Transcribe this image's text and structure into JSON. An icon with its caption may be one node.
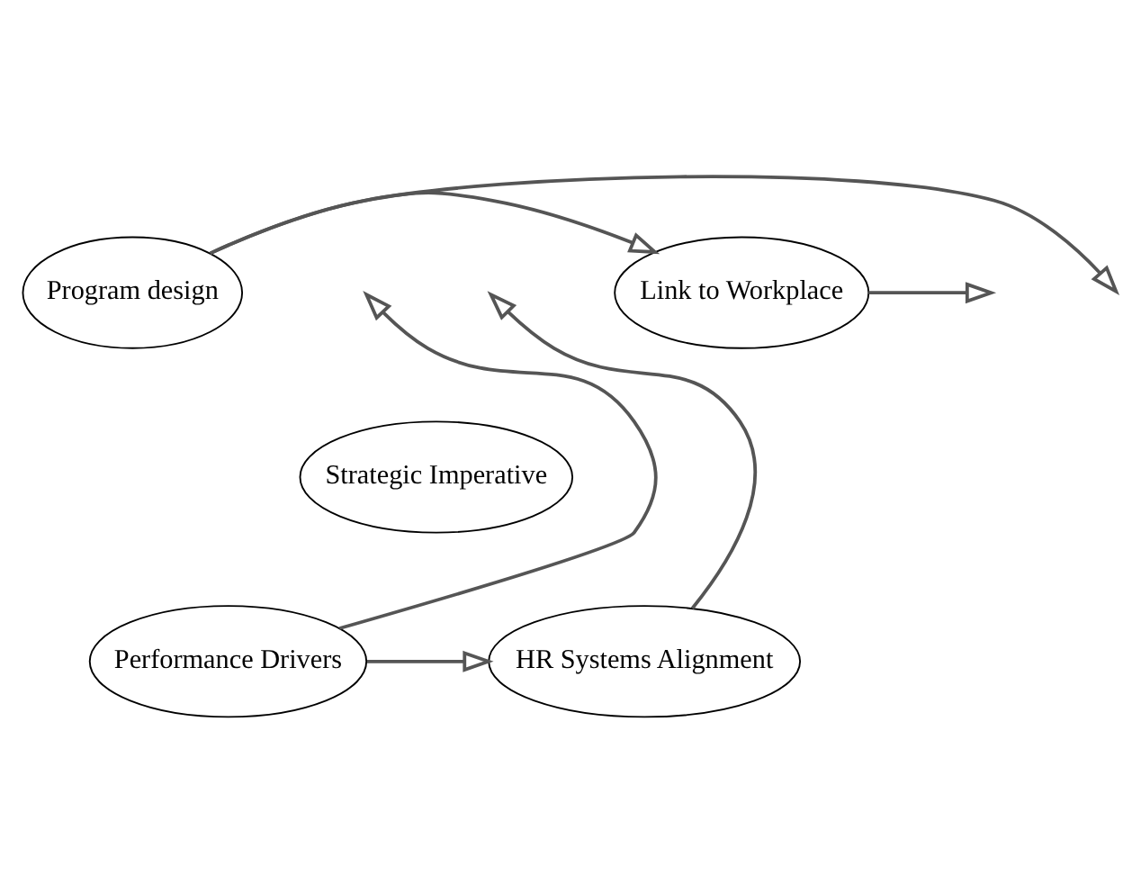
{
  "diagram": {
    "nodes": [
      {
        "text": [
          "Program design"
        ]
      },
      {
        "text": [
          "Link to Workplace"
        ]
      },
      {
        "text": [
          "Strategic Imperative"
        ]
      },
      {
        "text": [
          "Performance Drivers"
        ]
      },
      {
        "text": [
          "HR Systems Alignment"
        ]
      }
    ],
    "edges": [
      {
        "from": 0,
        "to": 1,
        "arrow": "to"
      },
      {
        "from": 1,
        "to": null,
        "arrow": "to"
      },
      {
        "from": 4,
        "to": null,
        "arrow": "to"
      },
      {
        "from": 3,
        "to": 4,
        "arrow": "to"
      },
      {
        "from": 3,
        "to": null,
        "arrow": "to"
      },
      {
        "from": 0,
        "to": null,
        "arrow": "to"
      }
    ]
  }
}
